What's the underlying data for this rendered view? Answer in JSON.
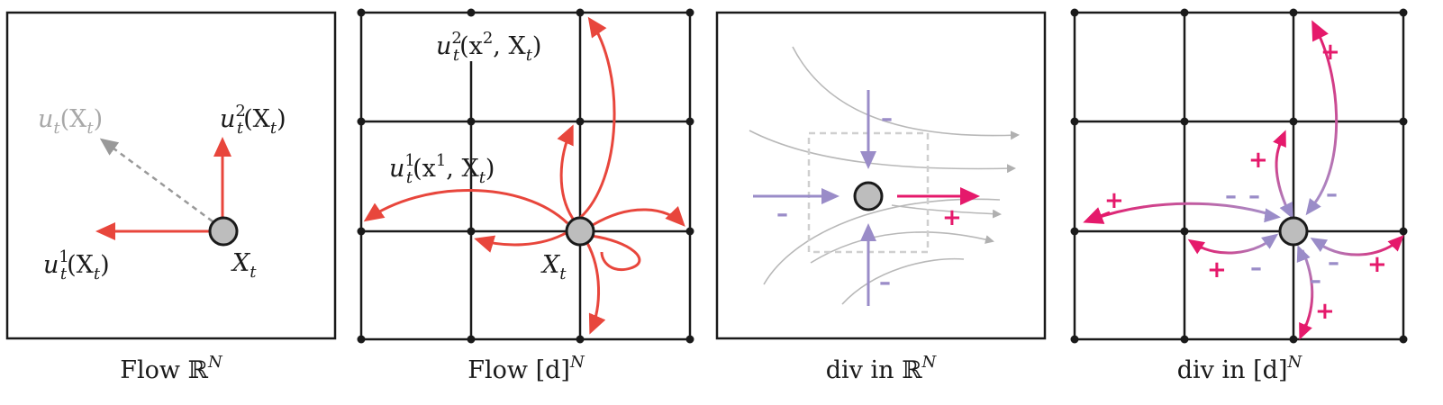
{
  "colors": {
    "ink": "#1a1a1a",
    "velocity": "#e8463c",
    "inflow": "#9a8cc8",
    "outflow": "#e5196b",
    "muted": "#a8a8a8",
    "node": "#bdbdbd"
  },
  "panel1": {
    "caption_main": "Flow ℝ",
    "caption_sup": "N",
    "u_grey": {
      "base": "u",
      "sub": "t",
      "arg": "(X",
      "arg_sub": "t",
      "close": ")"
    },
    "u_two": {
      "base": "u",
      "sup": "2",
      "sub": "t",
      "arg": "(X",
      "arg_sub": "t",
      "close": ")"
    },
    "u_one": {
      "base": "u",
      "sup": "1",
      "sub": "t",
      "arg": "(X",
      "arg_sub": "t",
      "close": ")"
    },
    "point": {
      "base": "X",
      "sub": "t"
    }
  },
  "panel2": {
    "caption_main": "Flow [d]",
    "caption_sup": "N",
    "u_two": {
      "base": "u",
      "sup": "2",
      "sub": "t",
      "arg": "(x",
      "arg_sup": "2",
      "rest": ", X",
      "rest_sub": "t",
      "close": ")"
    },
    "u_one": {
      "base": "u",
      "sup": "1",
      "sub": "t",
      "arg": "(x",
      "arg_sup": "1",
      "rest": ", X",
      "rest_sub": "t",
      "close": ")"
    },
    "point": {
      "base": "X",
      "sub": "t"
    }
  },
  "panel3": {
    "caption_main": "div in ℝ",
    "caption_sup": "N",
    "signs": {
      "top": "–",
      "left": "–",
      "bottom": "–",
      "right": "+"
    }
  },
  "panel4": {
    "caption_main": "div in [d]",
    "caption_sup": "N",
    "signs": {
      "plus": "+",
      "minus": "–"
    }
  }
}
